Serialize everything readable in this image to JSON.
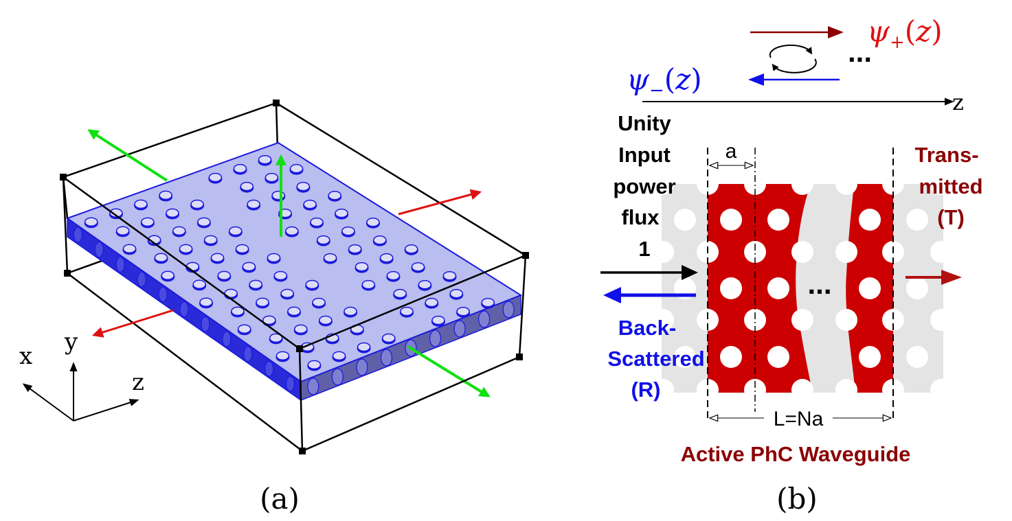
{
  "panel_a": {
    "caption": "(a)",
    "axes": {
      "x": "x",
      "y": "y",
      "z": "z"
    }
  },
  "panel_b": {
    "caption": "(b)",
    "psi_plus": "ψ+(z)",
    "psi_minus": "ψ−(z)",
    "z_axis": "z",
    "ellipsis_top": "...",
    "ellipsis_mid": "...",
    "input_lines": [
      "Unity",
      "Input",
      "power",
      "flux",
      "1"
    ],
    "back_lines": [
      "Back-",
      "Scattered",
      "(R)"
    ],
    "trans_lines": [
      "Trans-",
      "mitted",
      "(T)"
    ],
    "period_label": "a",
    "length_label": "L=Na",
    "title": "Active PhC Waveguide"
  },
  "colors": {
    "slab_fill": "#b9bdf0",
    "slab_edge": "#1a1adc",
    "crystal_red": "#cc0000",
    "crystal_grey": "#e4e4e4",
    "dark_red": "#8b0000",
    "blue": "#1010e8",
    "green": "#10e010",
    "red_arrow": "#e01010"
  }
}
